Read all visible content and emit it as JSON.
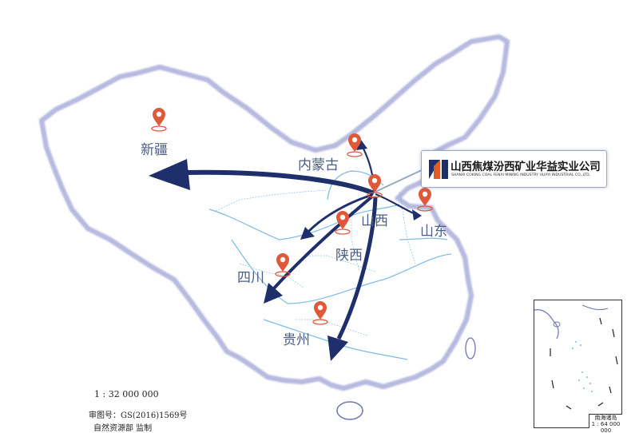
{
  "map": {
    "provinces": [
      {
        "key": "xinjiang",
        "label": "新疆"
      },
      {
        "key": "neimenggu",
        "label": "内蒙古"
      },
      {
        "key": "shanxi",
        "label": "山西"
      },
      {
        "key": "shandong",
        "label": "山东"
      },
      {
        "key": "shaanxi",
        "label": "陕西"
      },
      {
        "key": "sichuan",
        "label": "四川"
      },
      {
        "key": "guizhou",
        "label": "贵州"
      }
    ],
    "origin": "shanxi",
    "destinations": [
      "xinjiang",
      "neimenggu",
      "shandong",
      "shaanxi",
      "sichuan",
      "guizhou"
    ],
    "colors": {
      "border": "#8a8fc6",
      "arrow": "#1f2f6b",
      "pin": "#e0583a",
      "river": "#7dbbe6",
      "label": "#4b5e86"
    }
  },
  "company": {
    "name_cn": "山西焦煤汾西矿业华益实业公司",
    "name_en": "SHANXI COKING COAL FENXI MINING INDUSTRY HUAYI INDUSTRIAL CO.,LTD."
  },
  "footer": {
    "scale": "1 : 32 000 000",
    "approval": "审图号：GS(2016)1569号",
    "supervisor": "自然资源部 监制"
  },
  "inset": {
    "label": "南海诸岛",
    "scale": "1 : 64 000 000"
  }
}
